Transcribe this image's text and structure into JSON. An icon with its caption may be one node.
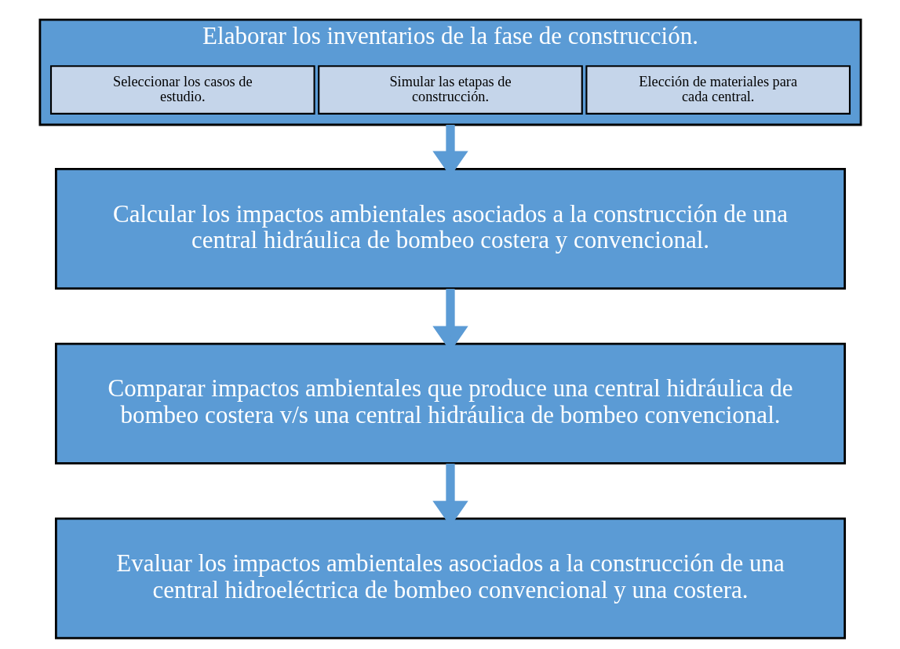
{
  "diagram": {
    "nodes": [
      {
        "text": [
          "Elaborar los inventarios de la fase de construcción."
        ]
      },
      {
        "text": [
          "Seleccionar los casos de estudio."
        ],
        "in": 0
      },
      {
        "text": [
          "Simular las etapas de construcción."
        ],
        "in": 0
      },
      {
        "text": [
          "Elección de materiales para cada central."
        ],
        "in": 0
      },
      {
        "text": [
          "Calcular los impactos ambientales asociados a la construcción de una central hidráulica de bombeo costera y convencional."
        ]
      },
      {
        "text": [
          "Comparar impactos ambientales que produce una central hidráulica de bombeo costera v/s una central hidráulica de bombeo convencional."
        ]
      },
      {
        "text": [
          "Evaluar los impactos ambientales asociados a la construcción de una central hidroeléctrica de bombeo convencional y una costera."
        ]
      }
    ],
    "edges": [
      {
        "from": 0,
        "to": 4,
        "arrow": "to"
      },
      {
        "from": 4,
        "to": 5,
        "arrow": "to"
      },
      {
        "from": 5,
        "to": 6,
        "arrow": "to"
      }
    ]
  }
}
